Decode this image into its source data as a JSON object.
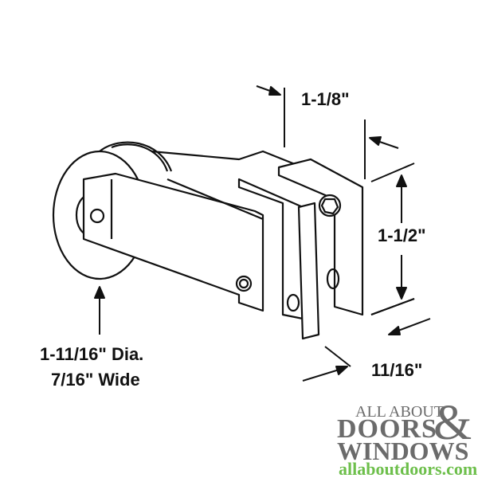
{
  "dimensions": {
    "top_width": "1-1/8\"",
    "height": "1-1/2\"",
    "depth": "11/16\"",
    "wheel_dia": "1-11/16\" Dia.",
    "wheel_width": "7/16\" Wide"
  },
  "logo": {
    "line1": "ALL ABOUT",
    "line2": "DOORS",
    "amp": "&",
    "line3": "WINDOWS",
    "url": "allaboutdoors.com",
    "url_color": "#6dbf4b",
    "text_color": "#6b6b6b"
  }
}
